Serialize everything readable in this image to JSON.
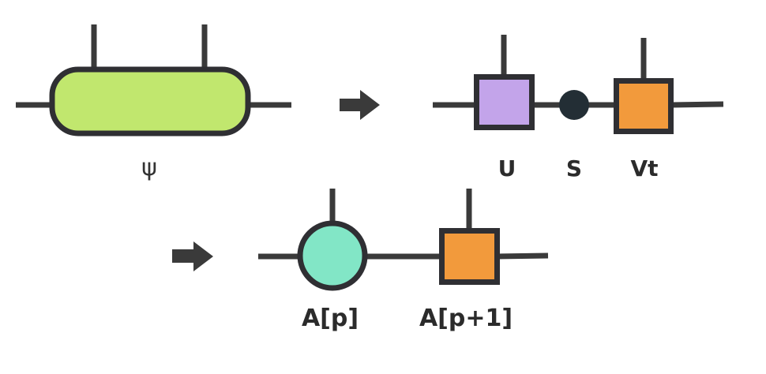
{
  "diagram": {
    "title": "MPS tensor decomposition via SVD",
    "colors": {
      "line": "#3a3a3a",
      "outline": "#2f2f33",
      "psi_fill": "#C1E76E",
      "u_fill": "#C3A4EA",
      "s_fill": "#232E35",
      "vt_fill": "#F29A3C",
      "ap_fill": "#82E6C6",
      "ap1_fill": "#F29A3C",
      "arrow": "#3a3a3a",
      "text": "#2b2b2b"
    },
    "stages": [
      {
        "name": "input",
        "nodes": [
          {
            "id": "psi",
            "shape": "rounded-rectangle",
            "label": "ψ",
            "physical_legs": 2,
            "bond_legs": 2
          }
        ]
      },
      {
        "name": "svd",
        "nodes": [
          {
            "id": "U",
            "shape": "square",
            "label": "U",
            "physical_legs": 1
          },
          {
            "id": "S",
            "shape": "dot",
            "label": "S",
            "physical_legs": 0
          },
          {
            "id": "Vt",
            "shape": "square",
            "label": "Vt",
            "physical_legs": 1
          }
        ]
      },
      {
        "name": "result",
        "nodes": [
          {
            "id": "Ap",
            "shape": "circle",
            "label": "A[p]",
            "physical_legs": 1
          },
          {
            "id": "Ap1",
            "shape": "square",
            "label": "A[p+1]",
            "physical_legs": 1
          }
        ]
      }
    ],
    "arrows": [
      {
        "from": "input",
        "to": "svd",
        "icon": "right-arrow-icon"
      },
      {
        "from": "svd",
        "to": "result",
        "icon": "right-arrow-icon"
      }
    ]
  }
}
